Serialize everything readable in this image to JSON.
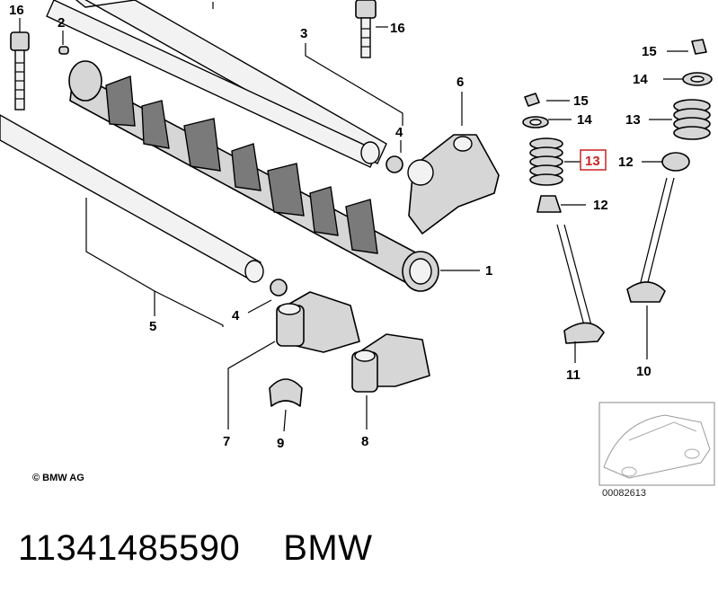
{
  "callouts": {
    "c16a": "16",
    "c2": "2",
    "c16b": "16",
    "c3": "3",
    "c4a": "4",
    "c6": "6",
    "c15a": "15",
    "c14a": "14",
    "c13a": "13",
    "c12a": "12",
    "c15b": "15",
    "c14b": "14",
    "c13b": "13",
    "c12b": "12",
    "c1": "1",
    "c5": "5",
    "c4b": "4",
    "c7": "7",
    "c9": "9",
    "c8": "8",
    "c11": "11",
    "c10": "10"
  },
  "highlighted_callout": "13",
  "highlight_color": "#cc2222",
  "copyright": "© BMW AG",
  "diagram_ref": "00082613",
  "footer": {
    "part_number": "11341485590",
    "brand": "BMW"
  }
}
